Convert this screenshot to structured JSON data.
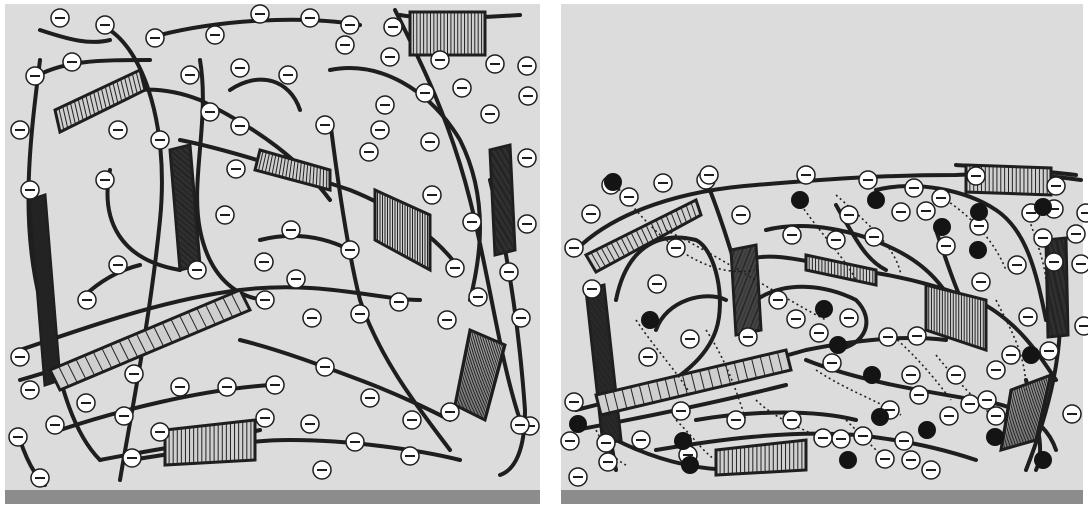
{
  "figure": {
    "panels": [
      {
        "id": "left",
        "state": "dispersed",
        "charge_marker": "−",
        "has_crosslinks": false
      },
      {
        "id": "right",
        "state": "compacted",
        "charge_marker": "−",
        "has_crosslinks": true
      }
    ],
    "colors": {
      "background": "#dcdcdc",
      "substrate": "#8c8c8c",
      "chain": "#1e1e1e",
      "negative_charge_fill": "#ffffff",
      "positive_ion_fill": "#141414",
      "crosslink": "#222222"
    },
    "icons": [
      "negative-charge-icon",
      "positive-ion-icon",
      "ordered-bundle-hatching",
      "ionic-bridge-dotted"
    ]
  }
}
